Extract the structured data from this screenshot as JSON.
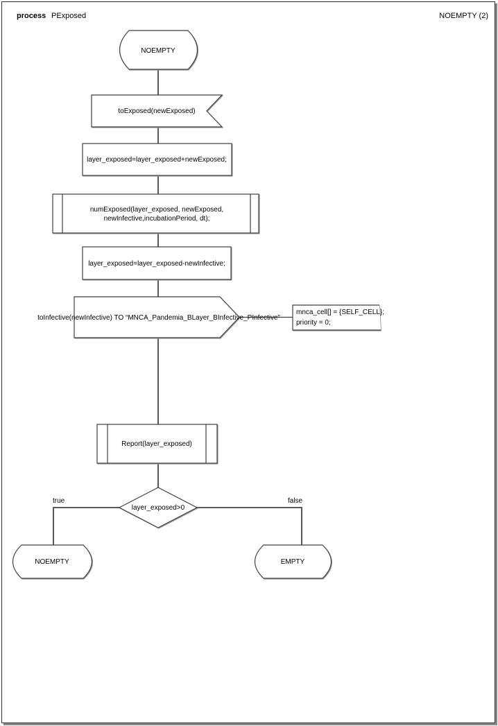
{
  "header": {
    "kind": "process",
    "process_name": "PExposed",
    "page_label": "NOEMPTY (2)"
  },
  "flowchart": {
    "start_state": "NOEMPTY",
    "input_signal": "toExposed(newExposed)",
    "task_add": "layer_exposed=layer_exposed+newExposed;",
    "procedure_numexposed": {
      "line1": "numExposed(layer_exposed, newExposed,",
      "line2": "newInfective,incubationPeriod, dt);"
    },
    "task_subtract": "layer_exposed=layer_exposed-newInfective;",
    "output_signal": "toInfective(newInfective) TO “MNCA_Pandemia_BLayer_BInfective_PInfective”",
    "comment": {
      "line1": "mnca_cell[] = {SELF_CELL};",
      "line2": "priority = 0;"
    },
    "procedure_report": "Report(layer_exposed)",
    "decision": "layer_exposed>0",
    "true_label": "true",
    "false_label": "false",
    "true_state": "NOEMPTY",
    "false_state": "EMPTY"
  },
  "colors": {
    "connector": "#595959",
    "shape_border": "#3f3f3f",
    "text": "#000000",
    "page_background": "#ffffff",
    "page_shadow": "#898989"
  }
}
